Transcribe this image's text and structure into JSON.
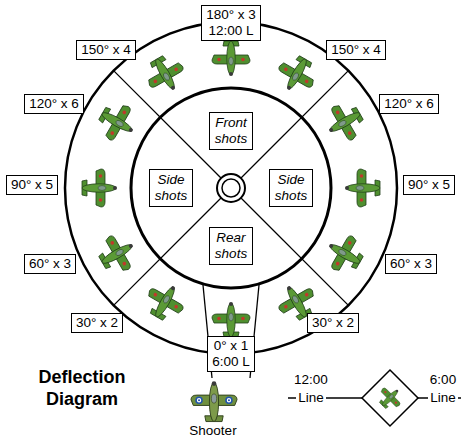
{
  "diagram": {
    "title": "Deflection Diagram",
    "nodes": [
      {
        "text": [
          "180° x 3",
          "12:00 L"
        ]
      },
      {
        "text": [
          "150° x 4"
        ]
      },
      {
        "text": [
          "150° x 4"
        ]
      },
      {
        "text": [
          "120° x 6"
        ]
      },
      {
        "text": [
          "120° x 6"
        ]
      },
      {
        "text": [
          "Front shots"
        ]
      },
      {
        "text": [
          "90° x 5"
        ]
      },
      {
        "text": [
          "Side shots"
        ]
      },
      {
        "text": [
          "Side shots"
        ]
      },
      {
        "text": [
          "90° x 5"
        ]
      },
      {
        "text": [
          "Rear shots"
        ]
      },
      {
        "text": [
          "60° x 3"
        ]
      },
      {
        "text": [
          "60° x 3"
        ]
      },
      {
        "text": [
          "30° x 2"
        ]
      },
      {
        "text": [
          "30° x 2"
        ]
      },
      {
        "text": [
          "0° x 1",
          "6:00 L"
        ]
      }
    ],
    "labels": [
      "Shooter",
      "12:00",
      "Line",
      "6:00",
      "Line"
    ]
  }
}
